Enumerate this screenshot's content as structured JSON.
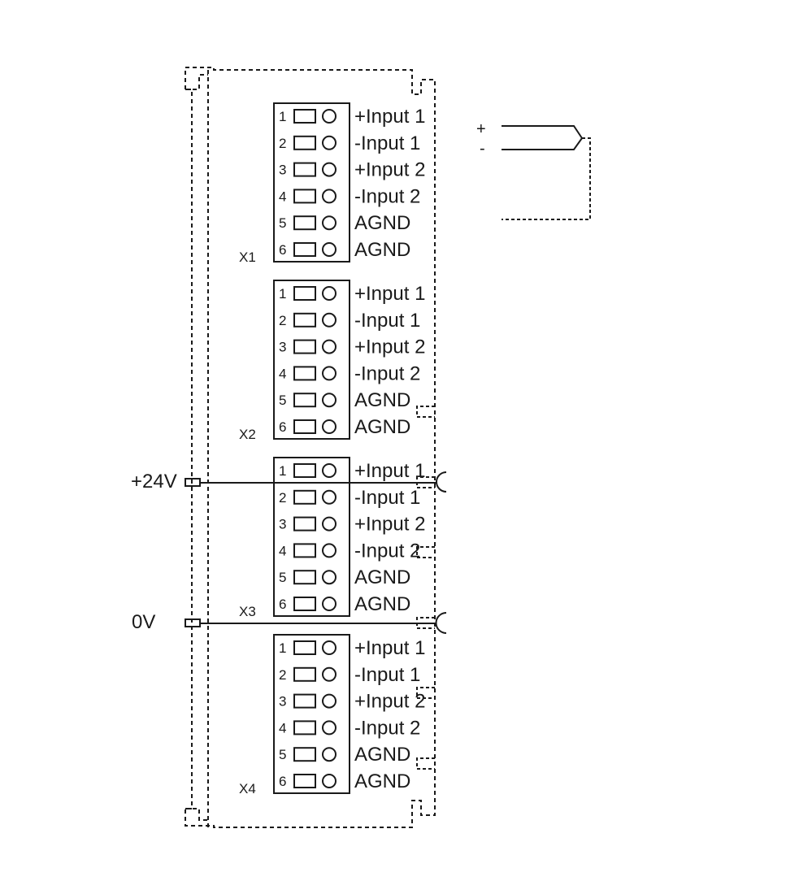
{
  "connectors": [
    {
      "label": "X1",
      "pins": [
        {
          "num": "1",
          "signal": "+Input 1"
        },
        {
          "num": "2",
          "signal": "-Input 1"
        },
        {
          "num": "3",
          "signal": "+Input 2"
        },
        {
          "num": "4",
          "signal": "-Input 2"
        },
        {
          "num": "5",
          "signal": "AGND"
        },
        {
          "num": "6",
          "signal": "AGND"
        }
      ]
    },
    {
      "label": "X2",
      "pins": [
        {
          "num": "1",
          "signal": "+Input 1"
        },
        {
          "num": "2",
          "signal": "-Input 1"
        },
        {
          "num": "3",
          "signal": "+Input 2"
        },
        {
          "num": "4",
          "signal": "-Input 2"
        },
        {
          "num": "5",
          "signal": "AGND"
        },
        {
          "num": "6",
          "signal": "AGND"
        }
      ]
    },
    {
      "label": "X3",
      "pins": [
        {
          "num": "1",
          "signal": "+Input 1"
        },
        {
          "num": "2",
          "signal": "-Input 1"
        },
        {
          "num": "3",
          "signal": "+Input 2"
        },
        {
          "num": "4",
          "signal": "-Input 2"
        },
        {
          "num": "5",
          "signal": "AGND"
        },
        {
          "num": "6",
          "signal": "AGND"
        }
      ]
    },
    {
      "label": "X4",
      "pins": [
        {
          "num": "1",
          "signal": "+Input 1"
        },
        {
          "num": "2",
          "signal": "-Input 1"
        },
        {
          "num": "3",
          "signal": "+Input 2"
        },
        {
          "num": "4",
          "signal": "-Input 2"
        },
        {
          "num": "5",
          "signal": "AGND"
        },
        {
          "num": "6",
          "signal": "AGND"
        }
      ]
    }
  ],
  "rails": {
    "positive": "+24V",
    "ground": "0V"
  },
  "sensor": {
    "plus": "+",
    "minus": "-"
  },
  "colors": {
    "line": "#1a1a1a",
    "background": "#ffffff"
  }
}
